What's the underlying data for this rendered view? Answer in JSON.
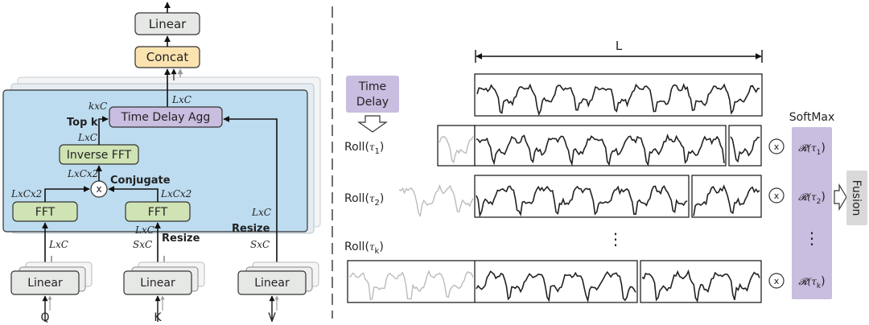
{
  "left": {
    "top_linear": "Linear",
    "concat": "Concat",
    "time_delay_agg": "Time Delay Agg",
    "inverse_fft": "Inverse FFT",
    "fft_left": "FFT",
    "fft_right": "FFT",
    "conjugate": "Conjugate",
    "top_k": "Top k",
    "resize": "Resize",
    "resize_v": "Resize",
    "multiply": "x",
    "dims": {
      "kxc": "kxC",
      "lxc_agg": "LxC",
      "lxc_topk": "LxC",
      "lxcx2_ifft": "LxCx2",
      "lxcx2_left": "LxCx2",
      "lxcx2_right": "LxCx2",
      "lxc_q": "LxC",
      "lxc_k": "LxC",
      "sxc_k": "SxC",
      "lxc_v": "LxC",
      "sxc_v": "SxC"
    },
    "linear_q": "Linear",
    "linear_k": "Linear",
    "linear_v": "Linear",
    "input_q": "Q",
    "input_k": "K",
    "input_v": "V"
  },
  "right": {
    "length_label": "L",
    "time_delay_button": [
      "Time",
      "Delay"
    ],
    "roll_prefix": "Roll(",
    "roll_1": "τ",
    "roll_1_sub": "1",
    "roll_2": "τ",
    "roll_2_sub": "2",
    "roll_k": "τ",
    "roll_k_sub": "k",
    "roll_suffix": ")",
    "softmax": "SoftMax",
    "r_1": "𝓡(τ",
    "r_1_sub": "1",
    "r_2": "𝓡(τ",
    "r_2_sub": "2",
    "r_k": "𝓡(τ",
    "r_k_sub": "k",
    "r_close": ")",
    "ellipsis": "⋮",
    "times": "x",
    "fusion": "Fusion"
  },
  "colors": {
    "panel": "#bedcf0",
    "linear": "#e6e8e6",
    "concat": "#fbe3b0",
    "tda": "#c9bde0",
    "fft": "#cfe3b4",
    "softmax": "#c9bde0",
    "fusion": "#d9d9d9"
  }
}
